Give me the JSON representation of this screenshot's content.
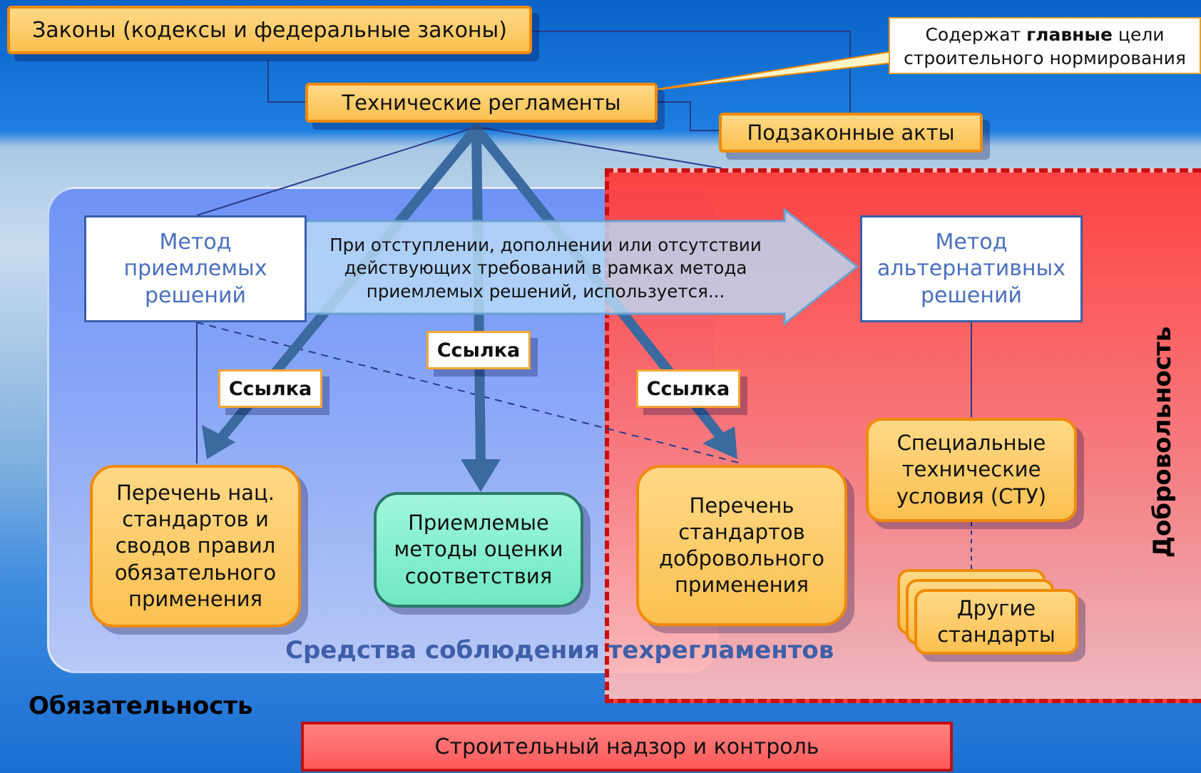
{
  "top": {
    "laws": "Законы (кодексы и федеральные законы)",
    "tech_regs": "Технические регламенты",
    "bylaws": "Подзаконные акты",
    "callout_pre": "Содержат ",
    "callout_bold": "главные",
    "callout_post": " цели",
    "callout_line2": "строительного нормирования"
  },
  "methods": {
    "acceptable": [
      "Метод",
      "приемлемых",
      "решений"
    ],
    "alternative": [
      "Метод",
      "альтернативных",
      "решений"
    ]
  },
  "arrow_text": [
    "При отступлении, дополнении или отсутствии",
    "действующих требований в рамках метода",
    "приемлемых решений, используется..."
  ],
  "reference_label": "Ссылка",
  "boxes": {
    "mandatory_list": [
      "Перечень нац.",
      "стандартов и",
      "сводов правил",
      "обязательного",
      "применения"
    ],
    "conformity": [
      "Приемлемые",
      "методы оценки",
      "соответствия"
    ],
    "voluntary_list": [
      "Перечень",
      "стандартов",
      "добровольного",
      "применения"
    ],
    "stu": [
      "Специальные",
      "технические",
      "условия (СТУ)"
    ],
    "other": [
      "Другие",
      "стандарты"
    ]
  },
  "zone_labels": {
    "compliance_means": "Средства соблюдения техрегламентов",
    "mandatory": "Обязательность",
    "voluntary": "Добровольность"
  },
  "supervision": "Строительный надзор и контроль",
  "colors": {
    "orange": "#fbc050",
    "orange_border": "#f08a08",
    "green": "#7ef0cc",
    "red_zone": "#ff5a5a",
    "blue_zone": "#7d9ff7",
    "arrow_blue": "#3a6aa0"
  }
}
